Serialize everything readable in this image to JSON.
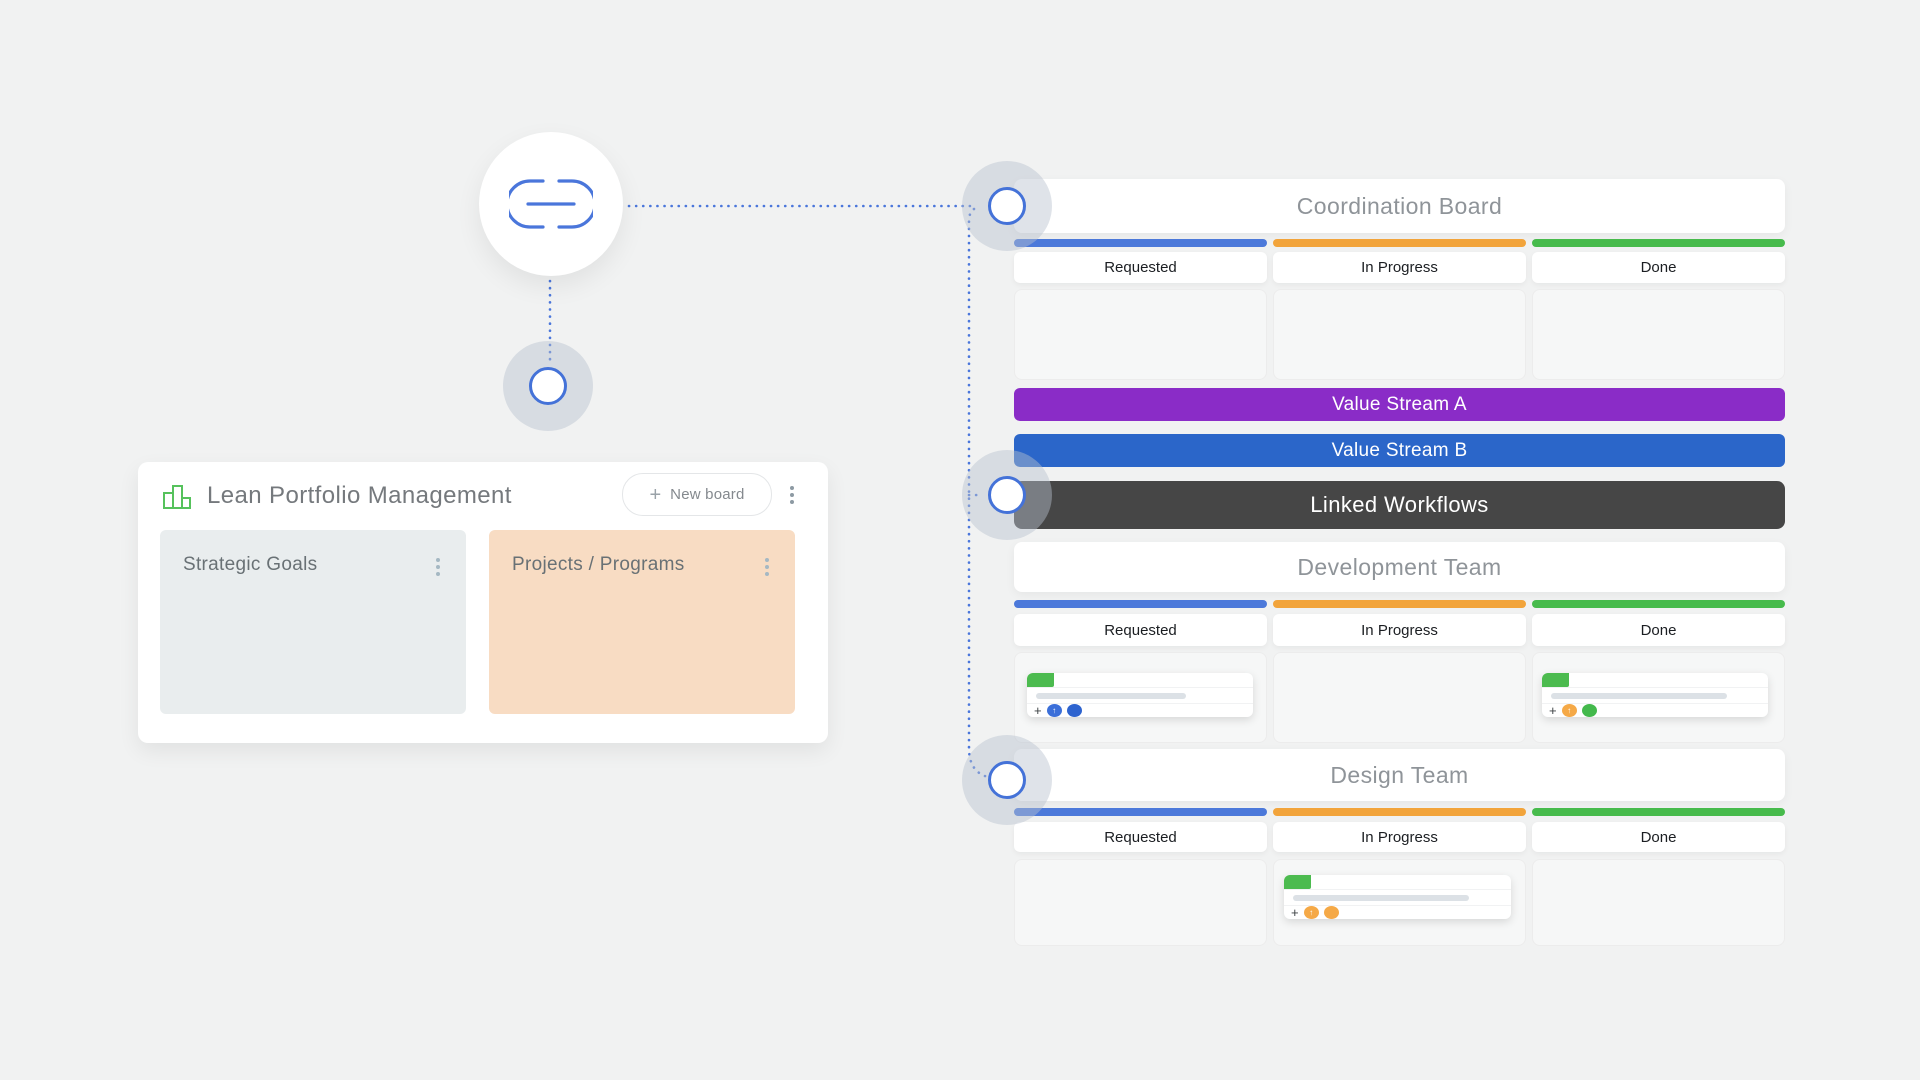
{
  "colors": {
    "accent_blue": "#4a76db",
    "bar_blue": "#4c79da",
    "bar_orange": "#f2a43b",
    "bar_green": "#47bb4c",
    "stream_purple": "#8a2cc7",
    "stream_blue": "#2b66c9",
    "workflow_dark": "#464646",
    "tag_green": "#4cbb4f",
    "avatar_blue_arrow": "#3b6fd9",
    "avatar_blue": "#2d63cf",
    "avatar_orange": "#f5a947",
    "avatar_green": "#43b94c",
    "column_gray": "#e9edee",
    "column_peach": "#f8dcc3"
  },
  "portfolio": {
    "title": "Lean Portfolio Management",
    "new_board": {
      "plus": "+",
      "label": "New board"
    },
    "columns": [
      {
        "label": "Strategic Goals"
      },
      {
        "label": "Projects / Programs"
      }
    ]
  },
  "coordination_board": {
    "title": "Coordination Board",
    "columns": [
      "Requested",
      "In Progress",
      "Done"
    ]
  },
  "value_streams": [
    {
      "label": "Value Stream A"
    },
    {
      "label": "Value Stream B"
    }
  ],
  "linked_workflows": {
    "label": "Linked Workflows"
  },
  "development_board": {
    "title": "Development Team",
    "columns": [
      "Requested",
      "In Progress",
      "Done"
    ],
    "cards": {
      "requested": {
        "plus": "+",
        "avatars": [
          {
            "icon": "↑"
          },
          {}
        ]
      },
      "done": {
        "plus": "+",
        "avatars": [
          {
            "icon": "↑"
          },
          {}
        ]
      }
    }
  },
  "design_board": {
    "title": "Design Team",
    "columns": [
      "Requested",
      "In Progress",
      "Done"
    ],
    "cards": {
      "in_progress": {
        "plus": "+",
        "avatars": [
          {
            "icon": "↑"
          },
          {}
        ]
      }
    }
  }
}
